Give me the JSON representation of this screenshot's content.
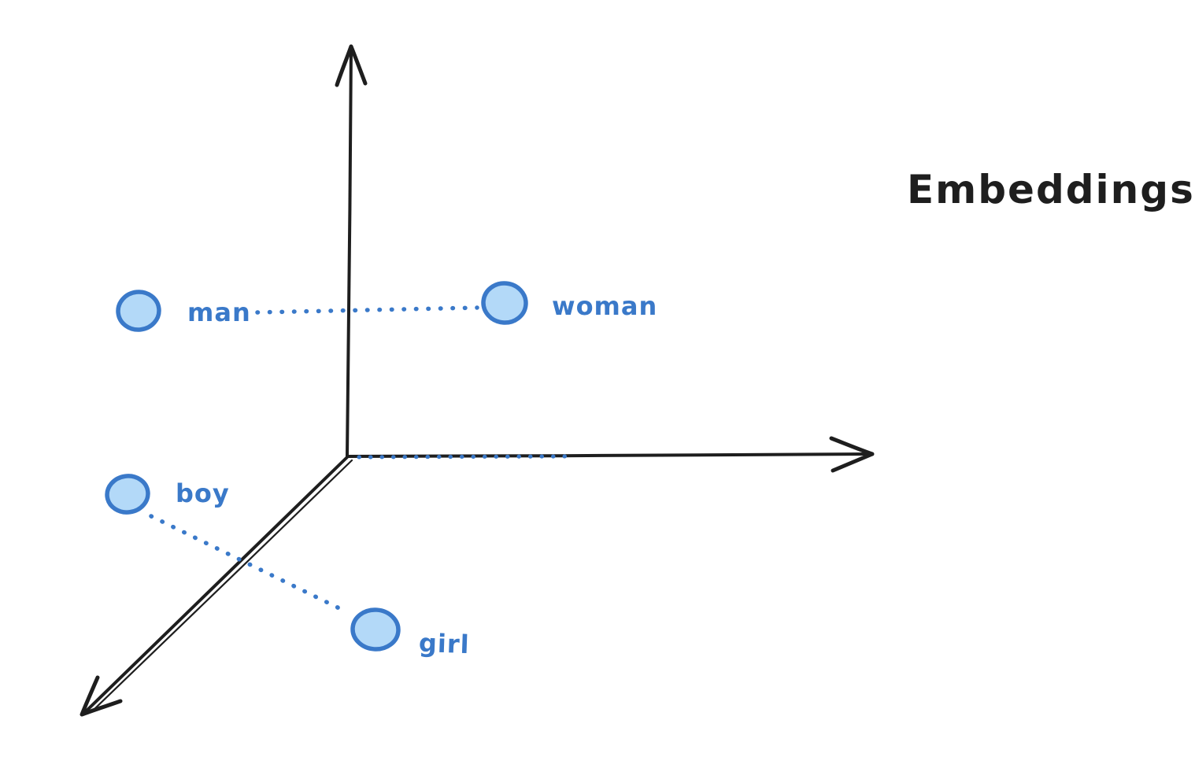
{
  "diagram": {
    "title": "Embeddings",
    "points": [
      {
        "id": "man",
        "label": "man"
      },
      {
        "id": "woman",
        "label": "woman"
      },
      {
        "id": "boy",
        "label": "boy"
      },
      {
        "id": "girl",
        "label": "girl"
      }
    ],
    "relations": [
      {
        "from": "man",
        "to": "woman",
        "style": "dotted"
      },
      {
        "from": "boy",
        "to": "girl",
        "style": "dotted"
      },
      {
        "from": "origin",
        "to": "x-axis",
        "style": "dotted"
      }
    ],
    "axes": {
      "type": "3d-axes",
      "directions": [
        "up",
        "right",
        "down-left"
      ]
    },
    "colors": {
      "axis_stroke": "#1e1e1e",
      "point_stroke": "#3a79c9",
      "point_fill": "#b3d9f8",
      "label_text": "#3a79c9",
      "title_text": "#1e1e1e",
      "background": "#ffffff"
    }
  }
}
